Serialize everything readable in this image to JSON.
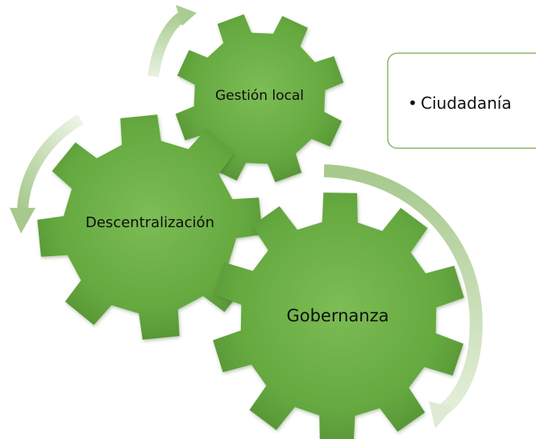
{
  "diagram": {
    "gears": [
      {
        "id": "gestion-local",
        "label": "Gestión local"
      },
      {
        "id": "descentralizacion",
        "label": "Descentralización"
      },
      {
        "id": "gobernanza",
        "label": "Gobernanza"
      }
    ],
    "note": {
      "bullet": "•",
      "text": "Ciudadanía"
    },
    "colors": {
      "gear_fill": "#5f9e3d",
      "gear_fill_light": "#76b852",
      "arrow": "#c6ddb2",
      "note_border": "#8bb56a"
    }
  }
}
